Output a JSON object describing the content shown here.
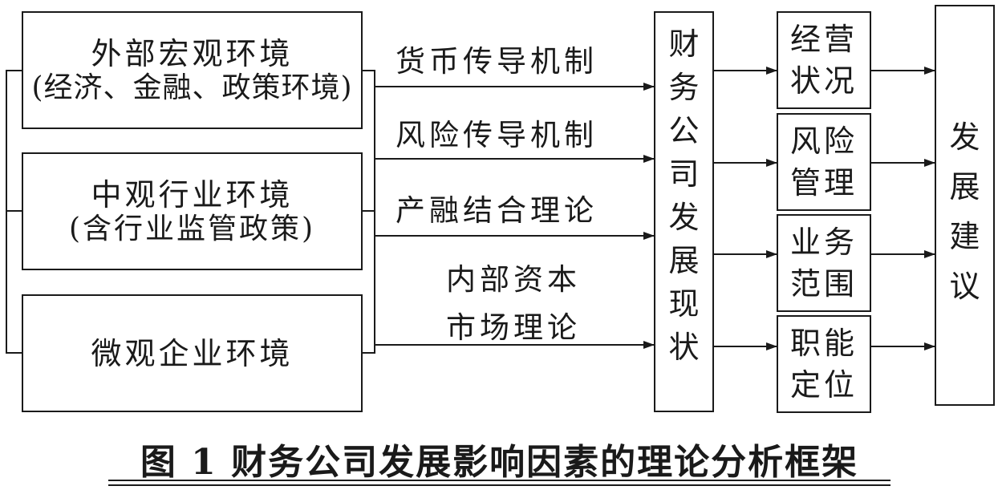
{
  "left_boxes": [
    {
      "line1": "外部宏观环境",
      "line2": "(经济、金融、政策环境)"
    },
    {
      "line1": "中观行业环境",
      "line2": "(含行业监管政策)"
    },
    {
      "line1": "微观企业环境"
    }
  ],
  "mechanisms": [
    {
      "line1": "货币传导机制"
    },
    {
      "line1": "风险传导机制"
    },
    {
      "line1": "产融结合理论"
    },
    {
      "line1": "内部资本",
      "line2": "市场理论"
    }
  ],
  "center_box": {
    "chars": [
      "财",
      "务",
      "公",
      "司",
      "发",
      "展",
      "现",
      "状"
    ]
  },
  "aspects": [
    {
      "chars": [
        "经营",
        "状况"
      ]
    },
    {
      "chars": [
        "风险",
        "管理"
      ]
    },
    {
      "chars": [
        "业务",
        "范围"
      ]
    },
    {
      "chars": [
        "职能",
        "定位"
      ]
    }
  ],
  "right_box": {
    "chars": [
      "发",
      "展",
      "建",
      "议"
    ]
  },
  "caption": "图 1  财务公司发展影响因素的理论分析框架"
}
